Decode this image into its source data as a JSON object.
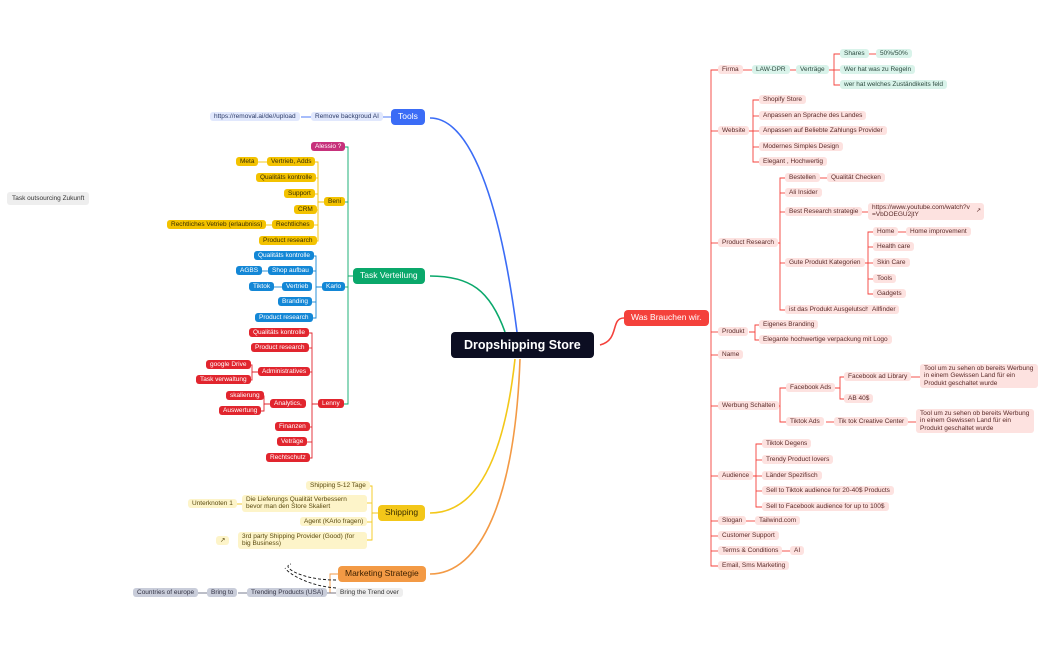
{
  "root": "Dropshipping Store",
  "float_note": "Task outsourcing Zukunft",
  "right": {
    "main": "Was Brauchen wir.",
    "firma": {
      "label": "Firma",
      "law": "LAW-DPR",
      "vertraege": "Verträge",
      "shares": "Shares",
      "split": "50%/50%",
      "regeln": "Wer hat was zu Regeln",
      "zustaendig": "wer hat welches Zuständikeits feld"
    },
    "website": {
      "label": "Website",
      "items": [
        "Shopify Store",
        "Anpassen an Sprache des Landes",
        "Anpassen auf Beliebte Zahlungs Provider",
        "Modernes Simples Design",
        "Elegant , Hochwertig"
      ]
    },
    "research": {
      "label": "Product Research",
      "bestellen": "Bestellen",
      "qualitaet": "Qualität Checken",
      "ai_insider": "Ali Insider",
      "best": "Best Research strategie",
      "url": "https://www.youtube.com/watch?v=VbDOEGU2jtY",
      "kategorien": "Gute Produkt Kategorien",
      "home": "Home",
      "home_impr": "Home improvement",
      "health": "Health care",
      "skin": "Skin Care",
      "tools": "Tools",
      "gadgets": "Gadgets",
      "ausgelutscht": "ist das Produkt Ausgelutscht",
      "allfinder": "Allfinder"
    },
    "produkt": {
      "label": "Produkt",
      "items": [
        "Eigenes Branding",
        "Elegante hochwertige verpackung mit Logo"
      ]
    },
    "name": "Name",
    "werbung": {
      "label": "Werbung Schalten",
      "fb": "Facebook Ads",
      "fb_lib": "Facebook ad Library",
      "fb_note": "Tool um zu sehen ob bereits Werbung in einem Gewissen Land für ein Produkt geschaltet wurde",
      "ab": "AB 40$",
      "tt": "Tiktok Ads",
      "tt_center": "Tik tok Creative Center",
      "tt_note": "Tool um zu sehen ob bereits Werbung in einem Gewissen Land für ein Produkt geschaltet wurde"
    },
    "audience": {
      "label": "Audience",
      "items": [
        "Tiktok Degens",
        "Trendy Product lovers",
        "Länder Spezifisch",
        "Sell to Tiktok audience for 20-40$ Products",
        "Sell to Facebook audience for up to 100$"
      ]
    },
    "slogan": {
      "label": "Slogan",
      "value": "Tailwind.com"
    },
    "support": "Customer Support",
    "terms": {
      "label": "Terms & Conditions",
      "value": "AI"
    },
    "email": "Email, Sms Marketing"
  },
  "left": {
    "tools": {
      "label": "Tools",
      "remove": "Remove backgroud AI",
      "url": "https://removal.ai/de//upload"
    },
    "task": {
      "label": "Task Verteilung",
      "alessio": "Alessio ?",
      "beni": {
        "label": "Beni",
        "vertrieb": "Vertrieb, Adds",
        "meta": "Meta",
        "qk": "Qualitäts kontrolle",
        "support": "Support",
        "crm": "CRM",
        "recht": "Rechtliches",
        "recht_sub": "Rechtliches Vetrieb (erlaubniss)",
        "pr": "Product research"
      },
      "karlo": {
        "label": "Karlo",
        "qk": "Qualitäts kontrolle",
        "shop": "Shop aufbau",
        "agbs": "AGBS",
        "vertrieb": "Vertrieb",
        "tiktok": "Tiktok",
        "branding": "Branding",
        "pr": "Product research"
      },
      "lenny": {
        "label": "Lenny",
        "qk": "Qualitäts kontrolle",
        "pr": "Product research",
        "admin": "Administratives",
        "gdrive": "google Drive",
        "taskv": "Task verwaltung",
        "analytics": "Analytics,",
        "skal": "skalierung",
        "ausw": "Auswertung",
        "fin": "Finanzen",
        "vert": "Veträge",
        "recht": "Rechtschutz"
      }
    },
    "shipping": {
      "label": "Shipping",
      "tage": "Shipping 5-12 Tage",
      "liefer": "Die Lieferungs Qualität Verbessern bevor man den Store Skaliert",
      "unterknoten": "Unterknoten 1",
      "agent": "Agent (KArlo fragen)",
      "third": "3rd party Shipping Provider (Good) (for big Business)"
    },
    "marketing": {
      "label": "Marketing Strategie",
      "trend": "Bring the Trend over",
      "trending": "Trending Products (USA)",
      "bring": "Bring to",
      "countries": "Countries of europe"
    }
  },
  "colors": {
    "red": "#f4413b",
    "green": "#0aa86b",
    "blue": "#3b6cf6",
    "yellow": "#f3c719",
    "orange": "#f39a45",
    "root": "#0c0e22"
  }
}
